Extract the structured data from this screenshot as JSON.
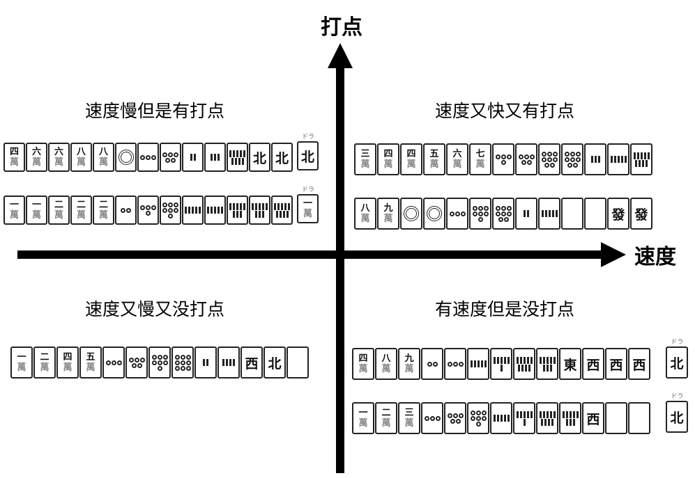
{
  "axes": {
    "y_label": "打点",
    "x_label": "速度"
  },
  "quadrants": [
    {
      "title": "速度慢但是有打点",
      "hands": [
        {
          "tiles": [
            "4m",
            "6m",
            "6m",
            "8m",
            "8m",
            "1p",
            "3p",
            "5p",
            "2s",
            "3s",
            "9s",
            "N",
            "N"
          ],
          "dora_label": "ドラ",
          "dora": "N"
        },
        {
          "tiles": [
            "1m",
            "1m",
            "2m",
            "2m",
            "2m",
            "2p",
            "4p",
            "7p",
            "5s",
            "5s",
            "8s",
            "8s",
            "9s"
          ],
          "dora_label": "ドラ",
          "dora": "1m"
        }
      ]
    },
    {
      "title": "速度又快又有打点",
      "hands": [
        {
          "tiles": [
            "3m",
            "4m",
            "4m",
            "5m",
            "6m",
            "7m",
            "4p",
            "5p",
            "8p",
            "8p",
            "3s",
            "5s",
            "9s"
          ]
        },
        {
          "tiles": [
            "8m",
            "9m",
            "1p",
            "1p",
            "3p",
            "7p",
            "8p",
            "2s",
            "5s",
            "P",
            "P",
            "F",
            "F"
          ]
        }
      ]
    },
    {
      "title": "速度又慢又没打点",
      "hands": [
        {
          "tiles": [
            "1m",
            "2m",
            "4m",
            "5m",
            "3p",
            "5p",
            "7p",
            "9p",
            "2s",
            "4s",
            "W",
            "N",
            "P"
          ]
        }
      ]
    },
    {
      "title": "有速度但是没打点",
      "hands": [
        {
          "tiles": [
            "4m",
            "8m",
            "9m",
            "2p",
            "3p",
            "5s",
            "6s",
            "9s",
            "8s",
            "E",
            "W",
            "W",
            "W"
          ],
          "dora_label": "ドラ",
          "dora": "N"
        },
        {
          "tiles": [
            "1m",
            "2m",
            "3m",
            "3p",
            "5p",
            "7p",
            "5s",
            "6s",
            "9s",
            "8s",
            "W",
            "P",
            "P"
          ],
          "dora_label": "ドラ",
          "dora": "N"
        }
      ]
    }
  ],
  "tile_glyphs": {
    "man_numbers": [
      "一",
      "二",
      "三",
      "四",
      "五",
      "六",
      "七",
      "八",
      "九"
    ],
    "man_suffix": "萬",
    "E": "東",
    "W": "西",
    "N": "北",
    "F": "發",
    "P": ""
  }
}
